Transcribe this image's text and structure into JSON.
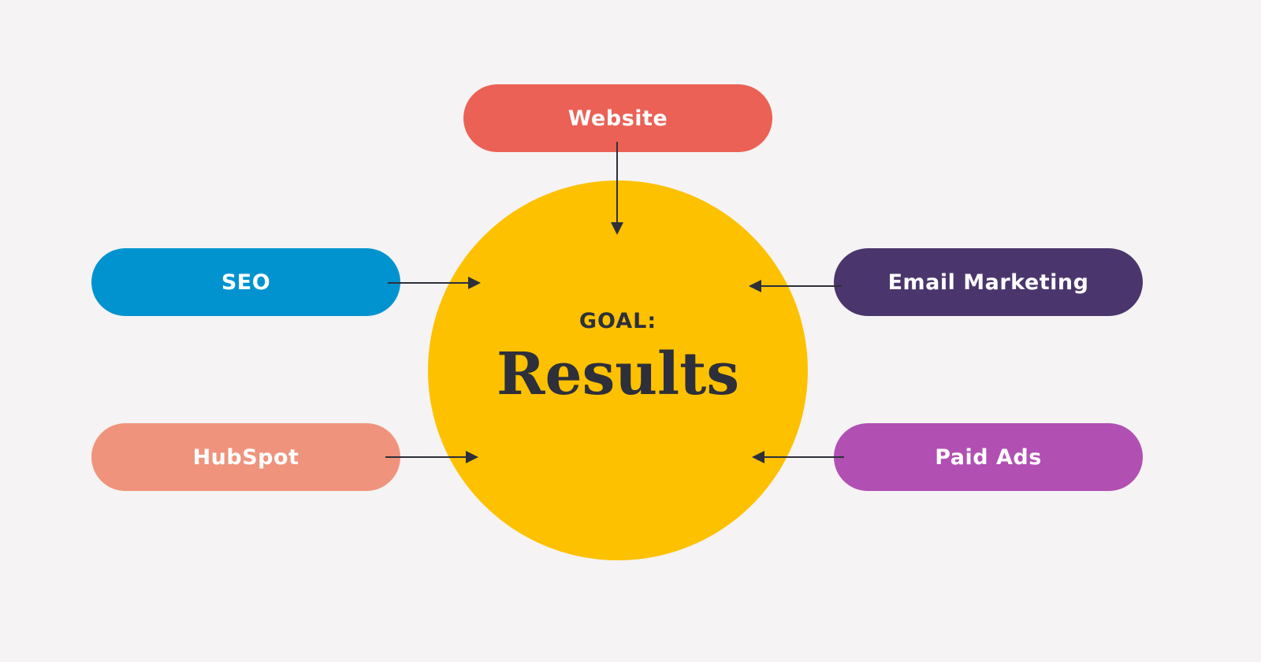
{
  "center": {
    "goal_label": "GOAL:",
    "title": "Results",
    "color": "#fdc100"
  },
  "nodes": {
    "website": {
      "label": "Website",
      "color": "#eb6155"
    },
    "seo": {
      "label": "SEO",
      "color": "#0093cf"
    },
    "hubspot": {
      "label": "HubSpot",
      "color": "#f0937c"
    },
    "email": {
      "label": "Email Marketing",
      "color": "#4a366c"
    },
    "paid_ads": {
      "label": "Paid Ads",
      "color": "#b14fb3"
    }
  },
  "arrow_color": "#2d2f3a"
}
